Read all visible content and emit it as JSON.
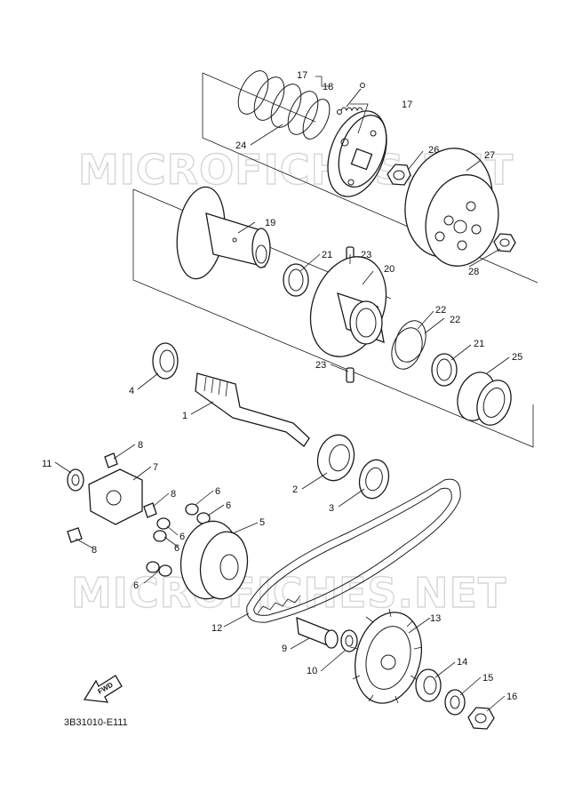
{
  "diagram_code": "3B31010-E111",
  "watermark": [
    "MICROFICHES.NET",
    "MICROFICHES.NET"
  ],
  "fwd_label": "FWD",
  "callouts": [
    "17",
    "18",
    "17",
    "24",
    "26",
    "27",
    "19",
    "21",
    "23",
    "20",
    "28",
    "22",
    "22",
    "21",
    "25",
    "23",
    "4",
    "1",
    "8",
    "11",
    "7",
    "8",
    "6",
    "6",
    "6",
    "6",
    "2",
    "3",
    "5",
    "8",
    "6",
    "12",
    "9",
    "13",
    "10",
    "14",
    "15",
    "16"
  ]
}
